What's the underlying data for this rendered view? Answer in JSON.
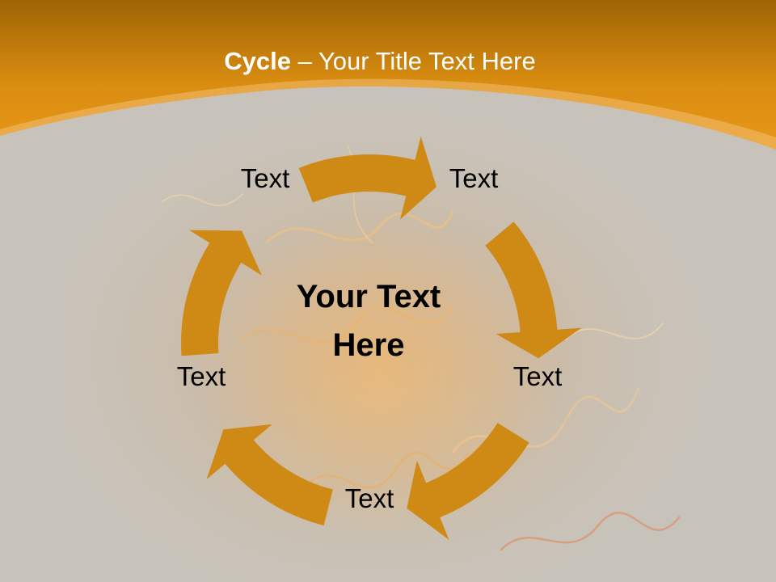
{
  "slide": {
    "title_bold": "Cycle",
    "title_rest": " – Your Title Text Here",
    "center_line1": "Your Text",
    "center_line2": "Here"
  },
  "nodes": [
    {
      "label": "Text"
    },
    {
      "label": "Text"
    },
    {
      "label": "Text"
    },
    {
      "label": "Text"
    },
    {
      "label": "Text"
    }
  ],
  "colors": {
    "header": "#e49412",
    "header_dark": "#a86708",
    "arrow": "#cf8a16",
    "background": "#c9c4bb",
    "flame": "#f0a040"
  }
}
